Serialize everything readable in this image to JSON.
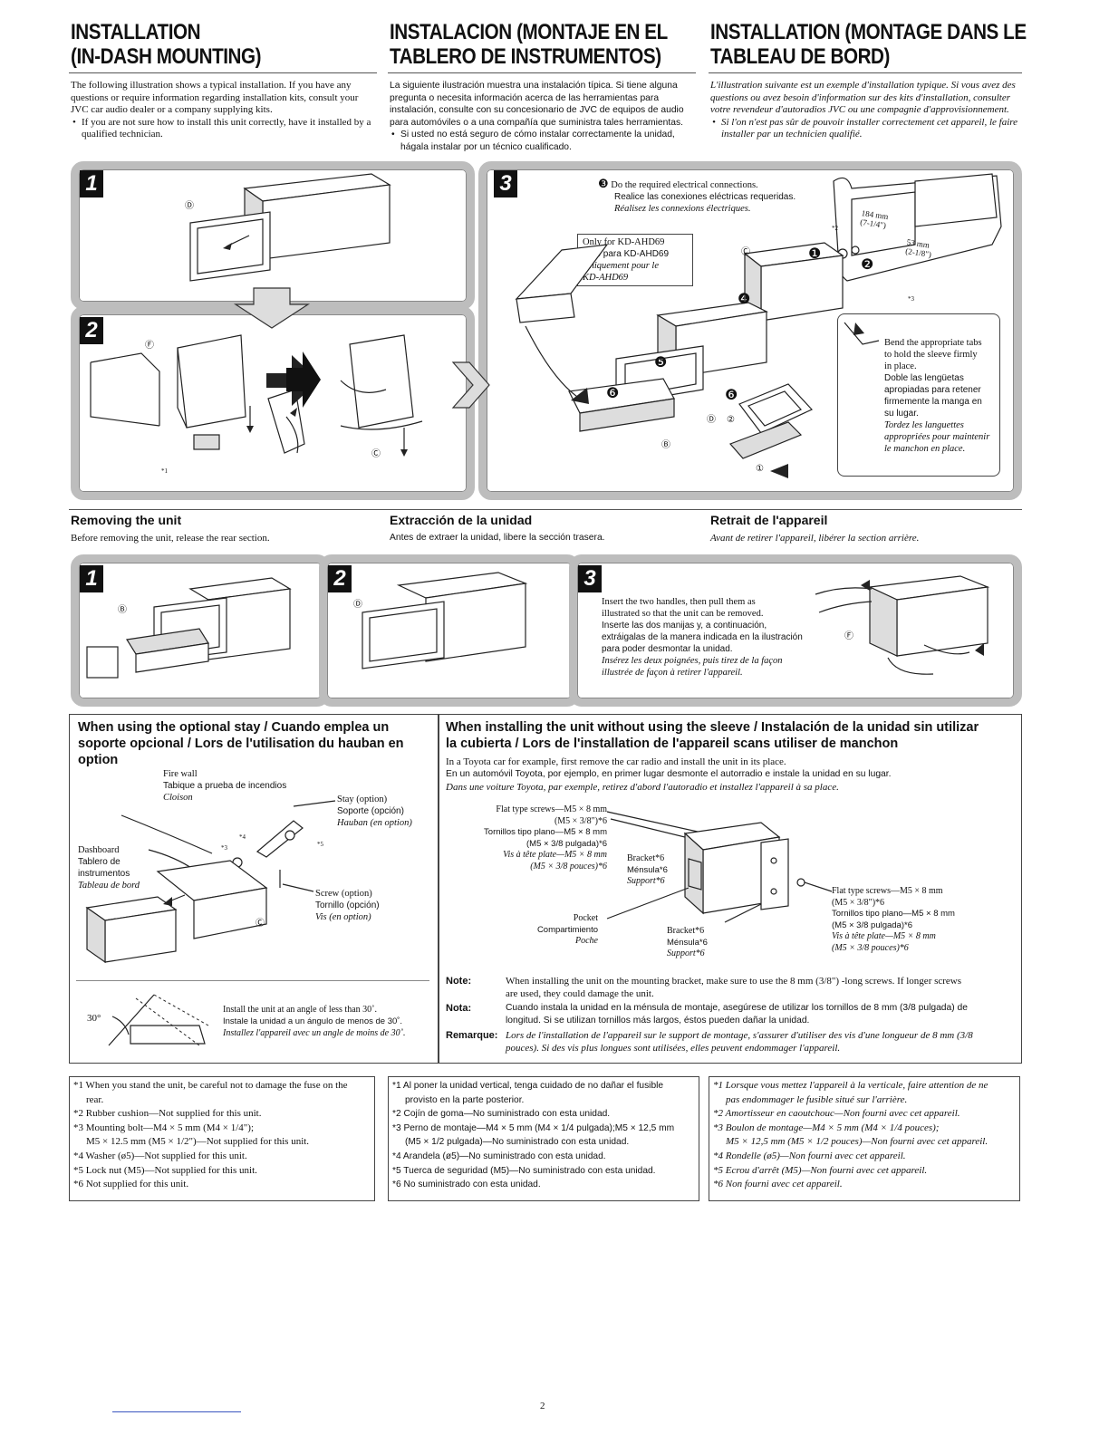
{
  "headings": {
    "en": [
      "INSTALLATION",
      "(IN-DASH MOUNTING)"
    ],
    "es": [
      "INSTALACION (MONTAJE EN EL",
      "TABLERO DE INSTRUMENTOS)"
    ],
    "fr": [
      "INSTALLATION (MONTAGE DANS LE",
      "TABLEAU DE BORD)"
    ]
  },
  "intro": {
    "en": {
      "p": "The following illustration shows a typical installation. If you have any questions or require information regarding installation kits, consult your JVC car audio dealer or a company supplying kits.",
      "b": "If you are not sure how to install this unit correctly, have it installed by a qualified technician."
    },
    "es": {
      "p": "La siguiente ilustración muestra una instalación típica. Si tiene alguna pregunta o necesita información acerca de las herramientas para instalación, consulte con su concesionario de JVC de equipos de audio para automóviles o a una compañía que suministra tales herramientas.",
      "b": "Si usted no está seguro de cómo instalar correctamente la unidad, hágala instalar por un técnico cualificado."
    },
    "fr": {
      "p": "L'illustration suivante est un exemple d'installation typique. Si vous avez des questions ou avez besoin d'information sur des kits d'installation, consulter votre revendeur d'autoradios JVC ou une compagnie d'approvisionnement.",
      "b": "Si l'on n'est pas sûr de pouvoir installer correctement cet appareil, le faire installer par un technicien qualifié."
    }
  },
  "steps": {
    "s1": "1",
    "s2": "2",
    "s3": "3"
  },
  "install": {
    "step3_connections": {
      "num": "❸",
      "en": "Do the required electrical connections.",
      "es": "Realice las conexiones eléctricas requeridas.",
      "fr": "Réalisez les connexions électriques."
    },
    "only_for": {
      "en": "Only for KD-AHD69",
      "es": "Sólo para KD-AHD69",
      "fr1": "Uniquement pour le",
      "fr2": "KD-AHD69"
    },
    "bend_tabs": {
      "en1": "Bend the appropriate tabs",
      "en2": "to hold the sleeve firmly",
      "en3": "in place.",
      "es1": "Doble las lengüetas",
      "es2": "apropiadas para retener",
      "es3": "firmemente la manga en",
      "es4": "su lugar.",
      "fr1": "Tordez les languettes",
      "fr2": "appropriées pour maintenir",
      "fr3": "le manchon en place."
    },
    "dims": {
      "w": "184 mm",
      "w_in": "(7-1/4\")",
      "h": "53 mm",
      "h_in": "(2-1/8\")"
    },
    "markers": {
      "c": "Ⓒ",
      "d": "Ⓓ",
      "b": "Ⓑ",
      "f": "Ⓕ",
      "n1": "❶",
      "n2": "❷",
      "n4": "❹",
      "n5": "❺",
      "n6": "❻",
      "o1": "①",
      "o2": "②",
      "a1": "*1",
      "a2": "*2",
      "a3": "*3"
    }
  },
  "removing": {
    "en_title": "Removing the unit",
    "en_text": "Before removing the unit, release the rear section.",
    "es_title": "Extracción de la unidad",
    "es_text": "Antes de extraer la unidad, libere la sección trasera.",
    "fr_title": "Retrait de l'appareil",
    "fr_text": "Avant de retirer l'appareil, libérer la section arrière.",
    "step3": {
      "en1": "Insert the two handles, then pull them as",
      "en2": "illustrated so that the unit can be removed.",
      "es1": "Inserte las dos manijas y, a continuación,",
      "es2": "extráigalas de la manera indicada en la ilustración",
      "es3": "para poder desmontar la unidad.",
      "fr1": "Insérez les deux poignées, puis tirez de la façon",
      "fr2": "illustrée de façon à retirer l'appareil."
    }
  },
  "stay": {
    "title1": "When using the optional stay / Cuando emplea un",
    "title2": "soporte opcional / Lors de l'utilisation du hauban en",
    "title3": "option",
    "firewall": {
      "en": "Fire wall",
      "es": "Tabique a prueba de incendios",
      "fr": "Cloison"
    },
    "stay_opt": {
      "en": "Stay (option)",
      "es": "Soporte (opción)",
      "fr": "Hauban (en option)"
    },
    "dashboard": {
      "en": "Dashboard",
      "es1": "Tablero de",
      "es2": "instrumentos",
      "fr": "Tableau de bord"
    },
    "screw": {
      "en": "Screw (option)",
      "es": "Tornillo (opción)",
      "fr": "Vis (en option)"
    },
    "marks": {
      "a3": "*3",
      "a4": "*4",
      "a5": "*5",
      "c": "Ⓒ"
    },
    "angle": {
      "deg": "30°",
      "en": "Install the unit at an angle of less than 30˚.",
      "es": "Instale la unidad a un ángulo de menos de 30˚.",
      "fr": "Installez l'appareil avec un angle de moins de 30˚."
    }
  },
  "sleeve": {
    "title1": "When installing the unit without using the sleeve / Instalación de la unidad sin utilizar",
    "title2": "la cubierta / Lors de l'installation de l'appareil scans utiliser de manchon",
    "en": "In a Toyota car for example, first remove the car radio and install the unit in its place.",
    "es": "En un automóvil Toyota, por ejemplo, en primer lugar desmonte el autorradio e instale la unidad en su lugar.",
    "fr": "Dans une voiture Toyota, par exemple, retirez d'abord l'autoradio et installez l'appareil à sa place.",
    "screws_left": {
      "en1": "Flat type screws—M5 × 8 mm",
      "en2": "(M5 × 3/8\")*6",
      "es1": "Tornillos tipo plano—M5 × 8 mm",
      "es2": "(M5 × 3/8 pulgada)*6",
      "fr1": "Vis à tête plate—M5 × 8 mm",
      "fr2": "(M5 × 3/8 pouces)*6"
    },
    "screws_right": {
      "en1": "Flat type screws—M5 × 8 mm",
      "en2": "(M5 × 3/8\")*6",
      "es1": "Tornillos tipo plano—M5 × 8 mm",
      "es2": "(M5 × 3/8 pulgada)*6",
      "fr1": "Vis à tête plate—M5 × 8 mm",
      "fr2": "(M5 × 3/8 pouces)*6"
    },
    "bracket_top": {
      "en": "Bracket*6",
      "es": "Ménsula*6",
      "fr": "Support*6"
    },
    "bracket_bot": {
      "en": "Bracket*6",
      "es": "Ménsula*6",
      "fr": "Support*6"
    },
    "pocket": {
      "en": "Pocket",
      "es": "Compartimiento",
      "fr": "Poche"
    },
    "note": {
      "label": "Note:",
      "text1": "When installing the unit on the mounting bracket, make sure to use the 8 mm (3/8\") -long screws. If longer screws",
      "text2": "are used, they could damage the unit."
    },
    "nota": {
      "label": "Nota:",
      "text1": "Cuando instala la unidad en la ménsula de montaje, asegúrese de utilizar los tornillos de 8 mm (3/8 pulgada) de",
      "text2": "longitud. Si se utilizan tornillos más largos, éstos pueden dañar la unidad."
    },
    "remarque": {
      "label": "Remarque:",
      "text1": "Lors de l'installation de l'appareil sur le support de montage, s'assurer d'utiliser des vis d'une longueur de 8 mm (3/8",
      "text2": "pouces). Si des vis plus longues sont utilisées, elles peuvent endommager l'appareil."
    }
  },
  "footnotes": {
    "en": [
      "*1  When you stand the unit, be careful not to damage the fuse on the",
      "     rear.",
      "*2  Rubber cushion—Not supplied for this unit.",
      "*3  Mounting bolt—M4 × 5 mm (M4 × 1/4\");",
      "     M5 × 12.5 mm (M5 × 1/2\")—Not supplied for this unit.",
      "*4  Washer (ø5)—Not supplied for this unit.",
      "*5  Lock nut (M5)—Not supplied for this unit.",
      "*6  Not supplied for this unit."
    ],
    "es": [
      "*1  Al poner la unidad vertical, tenga cuidado de no dañar el fusible",
      "     provisto en la parte posterior.",
      "*2  Cojín de goma—No suministrado con esta unidad.",
      "*3  Perno de montaje—M4 × 5 mm (M4 × 1/4 pulgada);M5 × 12,5 mm",
      "     (M5 × 1/2 pulgada)—No suministrado con esta unidad.",
      "*4  Arandela (ø5)—No suministrado con esta unidad.",
      "*5  Tuerca de seguridad (M5)—No suministrado con esta unidad.",
      "*6  No suministrado con esta unidad."
    ],
    "fr": [
      "*1  Lorsque vous mettez l'appareil à la verticale, faire attention de ne",
      "     pas endommager le fusible situé sur l'arrière.",
      "*2  Amortisseur en caoutchouc—Non fourni avec cet appareil.",
      "*3  Boulon de montage—M4 × 5 mm (M4 × 1/4 pouces);",
      "     M5 × 12,5 mm (M5 × 1/2 pouces)—Non fourni avec cet appareil.",
      "*4  Rondelle (ø5)—Non fourni avec cet appareil.",
      "*5  Ecrou d'arrêt (M5)—Non fourni avec cet appareil.",
      "*6  Non fourni avec cet appareil."
    ]
  },
  "page_number": "2"
}
